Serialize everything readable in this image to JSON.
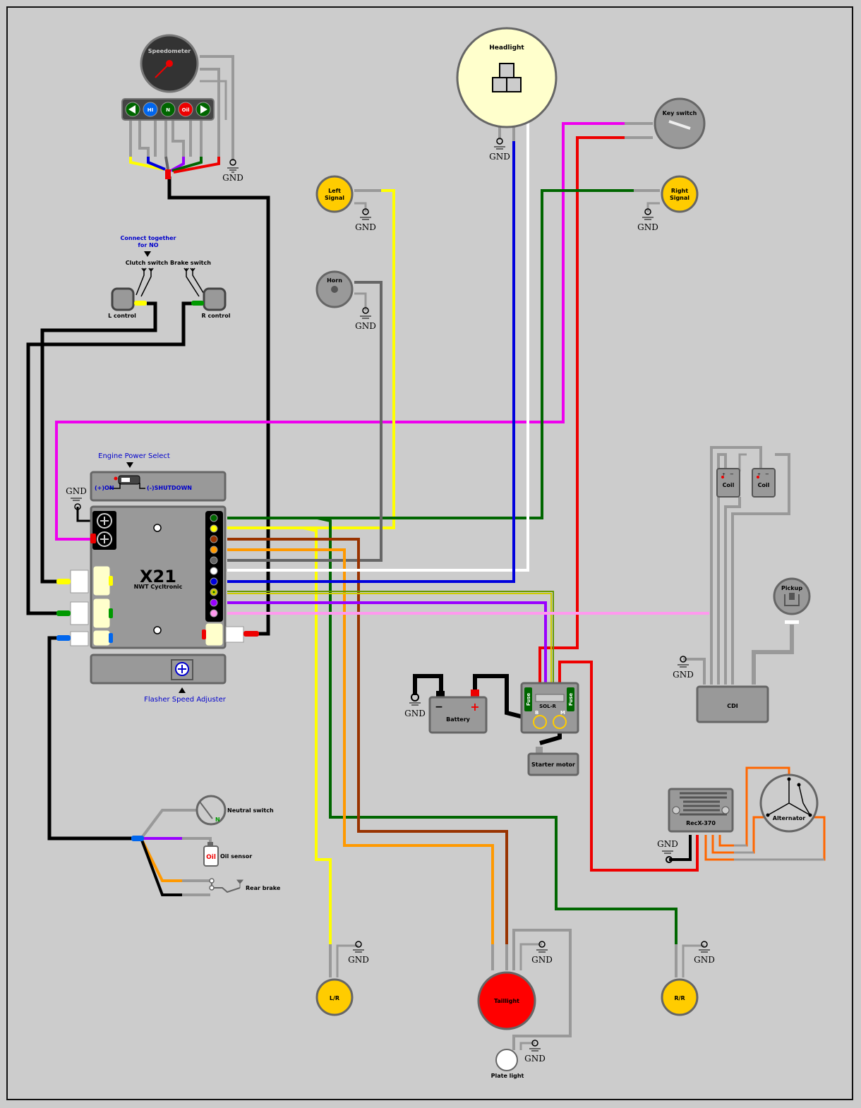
{
  "components": {
    "speedometer": "Speedometer",
    "indicators": [
      "HI",
      "N",
      "Oil"
    ],
    "headlight": "Headlight",
    "key_switch": "Key switch",
    "left_signal": [
      "Left",
      "Signal"
    ],
    "right_signal": [
      "Right",
      "Signal"
    ],
    "horn": "Horn",
    "connect_note": [
      "Connect together",
      "for NO"
    ],
    "clutch_switch": "Clutch switch",
    "brake_switch": "Brake switch",
    "l_control": "L control",
    "r_control": "R control",
    "engine_power_select": "Engine Power Select",
    "on_label": "(+)ON",
    "shutdown_label": "(-)SHUTDOWN",
    "controller_title": "X21",
    "controller_subtitle": "NWT Cycltronic",
    "flasher_adjuster": "Flasher Speed Adjuster",
    "coil": "Coil",
    "pickup": "Pickup",
    "cdi": "CDI",
    "battery": "Battery",
    "solenoid": "SOL-R",
    "fuse": "Fuse",
    "terminal_b": "B",
    "terminal_m": "M",
    "starter_motor": "Starter motor",
    "regulator": "RecX-370",
    "alternator": "Alternator",
    "neutral_switch": "Neutral switch",
    "oil_sensor": "Oil sensor",
    "oil_glyph": "Oil",
    "neutral_glyph": "N",
    "rear_brake": "Rear brake",
    "lr": "L/R",
    "taillight": "Taillight",
    "rr": "R/R",
    "plate_light": "Plate light",
    "gnd": "GND"
  },
  "colors": {
    "background": "#cccccc",
    "wire_grey": "#999999",
    "black": "#000000",
    "yellow": "#ffff00",
    "green": "#006600",
    "brown": "#993300",
    "orange": "#ff9900",
    "blue": "#0000dd",
    "white": "#ffffff",
    "magenta": "#ee00ee",
    "red": "#ee0000",
    "purple": "#9900ff",
    "pink": "#ff99ee",
    "signal_amber": "#ffcc00"
  }
}
